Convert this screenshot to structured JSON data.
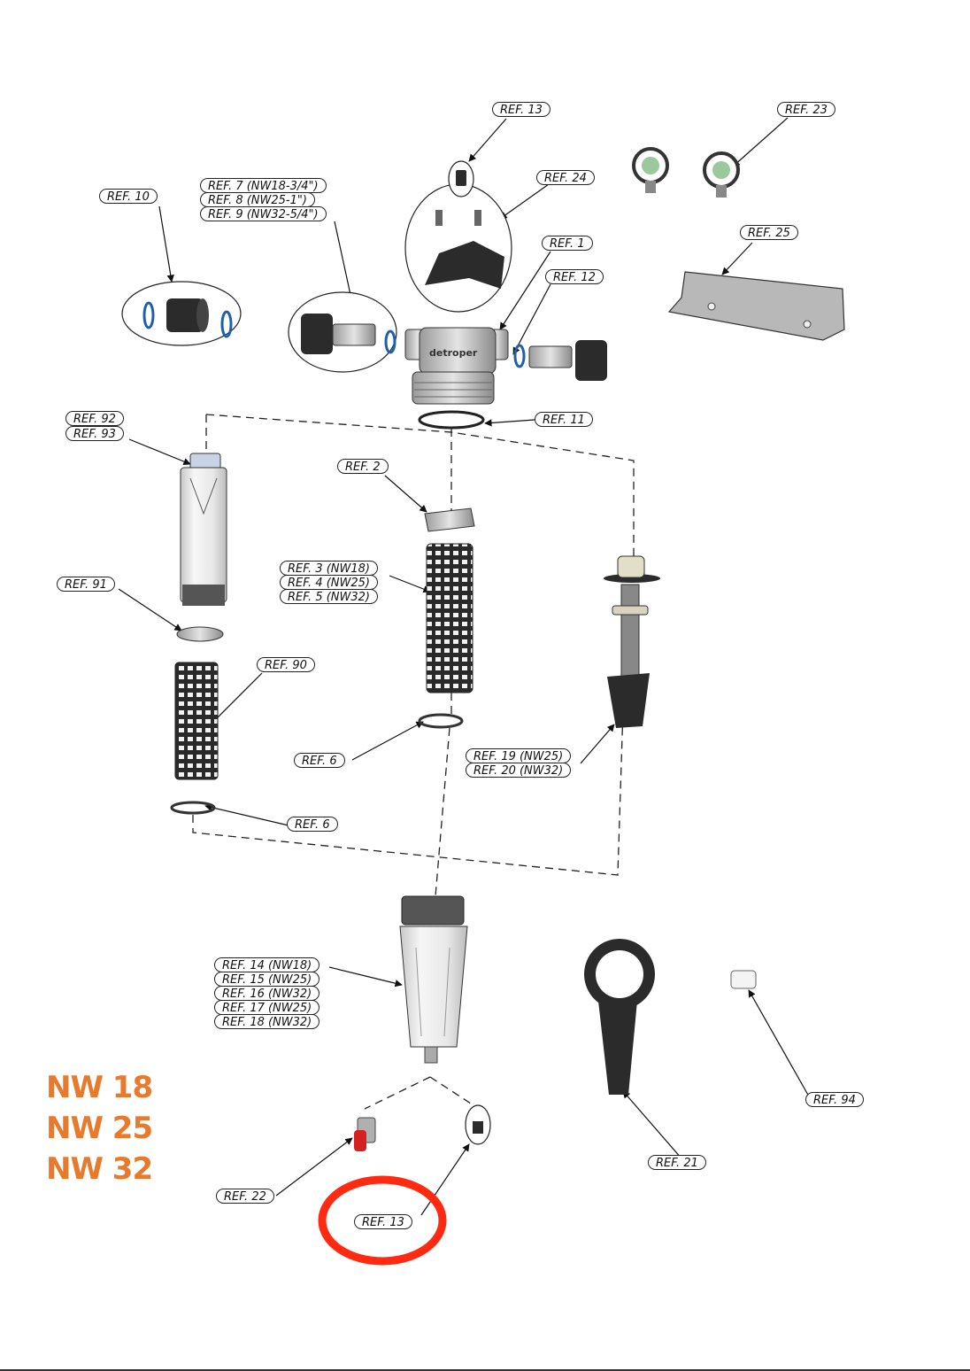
{
  "labels": {
    "ref13_top": "REF. 13",
    "ref23": "REF. 23",
    "ref24": "REF. 24",
    "ref10": "REF. 10",
    "ref7": "REF. 7 (NW18-3/4\")",
    "ref8": "REF. 8 (NW25-1\")",
    "ref9": "REF. 9 (NW32-5/4\")",
    "ref25": "REF. 25",
    "ref1": "REF. 1",
    "ref12": "REF. 12",
    "ref11": "REF. 11",
    "ref92": "REF. 92",
    "ref93": "REF. 93",
    "ref2": "REF. 2",
    "ref3": "REF. 3 (NW18)",
    "ref4": "REF. 4 (NW25)",
    "ref5": "REF. 5 (NW32)",
    "ref91": "REF. 91",
    "ref90": "REF. 90",
    "ref6_center": "REF. 6",
    "ref19": "REF. 19 (NW25)",
    "ref20": "REF. 20 (NW32)",
    "ref6_left": "REF. 6",
    "ref14": "REF. 14 (NW18)",
    "ref15": "REF. 15 (NW25)",
    "ref16": "REF. 16 (NW32)",
    "ref17": "REF. 17 (NW25)",
    "ref18": "REF. 18 (NW32)",
    "ref94": "REF. 94",
    "ref22": "REF. 22",
    "ref21": "REF. 21",
    "ref13_bottom": "REF. 13"
  },
  "brand_text": "detroper",
  "sizes": [
    "NW 18",
    "NW 25",
    "NW 32"
  ],
  "colors": {
    "size_text": "#e87a2e",
    "highlight_circle": "#ff2a10",
    "o_ring": "#1f5fae",
    "part_dark": "#2b2b2b",
    "valve_red": "#d42020"
  }
}
